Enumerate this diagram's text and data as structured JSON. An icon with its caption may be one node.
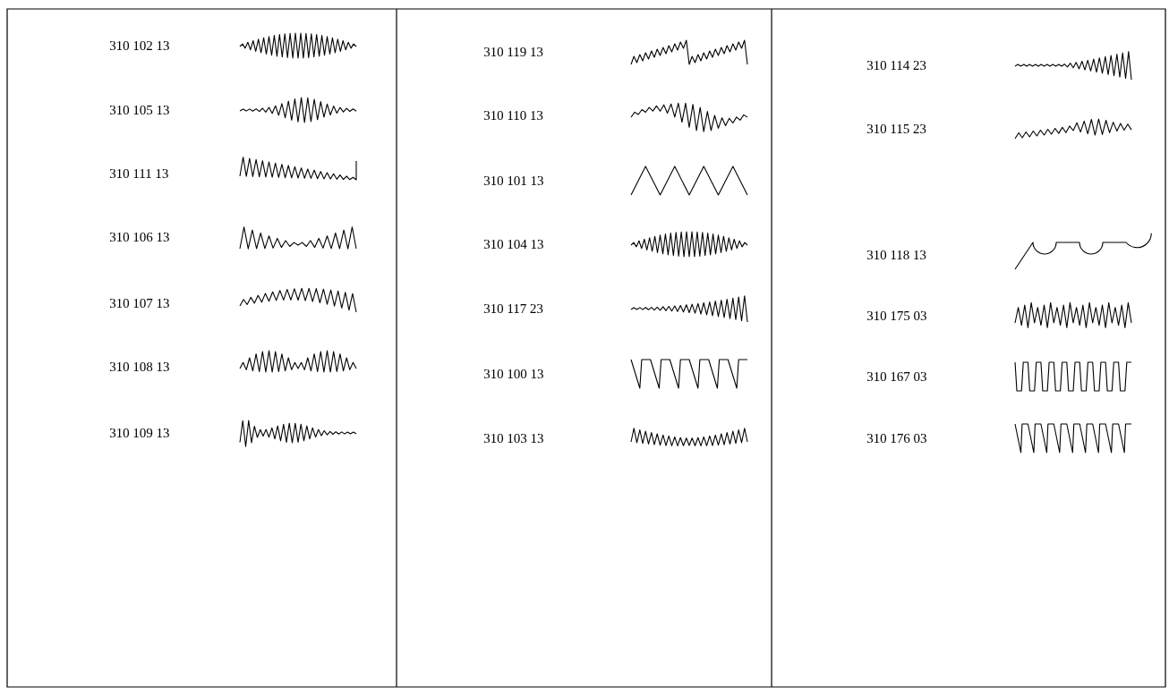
{
  "diagram": {
    "labels": [
      "310 102 13",
      "310 105 13",
      "310 111 13",
      "310 106 13",
      "310 107 13",
      "310 108 13",
      "310 109 13",
      "310 119 13",
      "310 110 13",
      "310 101 13",
      "310 104 13",
      "310 117 23",
      "310 100 13",
      "310 103 13",
      "310 114 23",
      "310 115 23",
      "310 118 13",
      "310 175 03",
      "310 167 03",
      "310 176 03"
    ]
  }
}
